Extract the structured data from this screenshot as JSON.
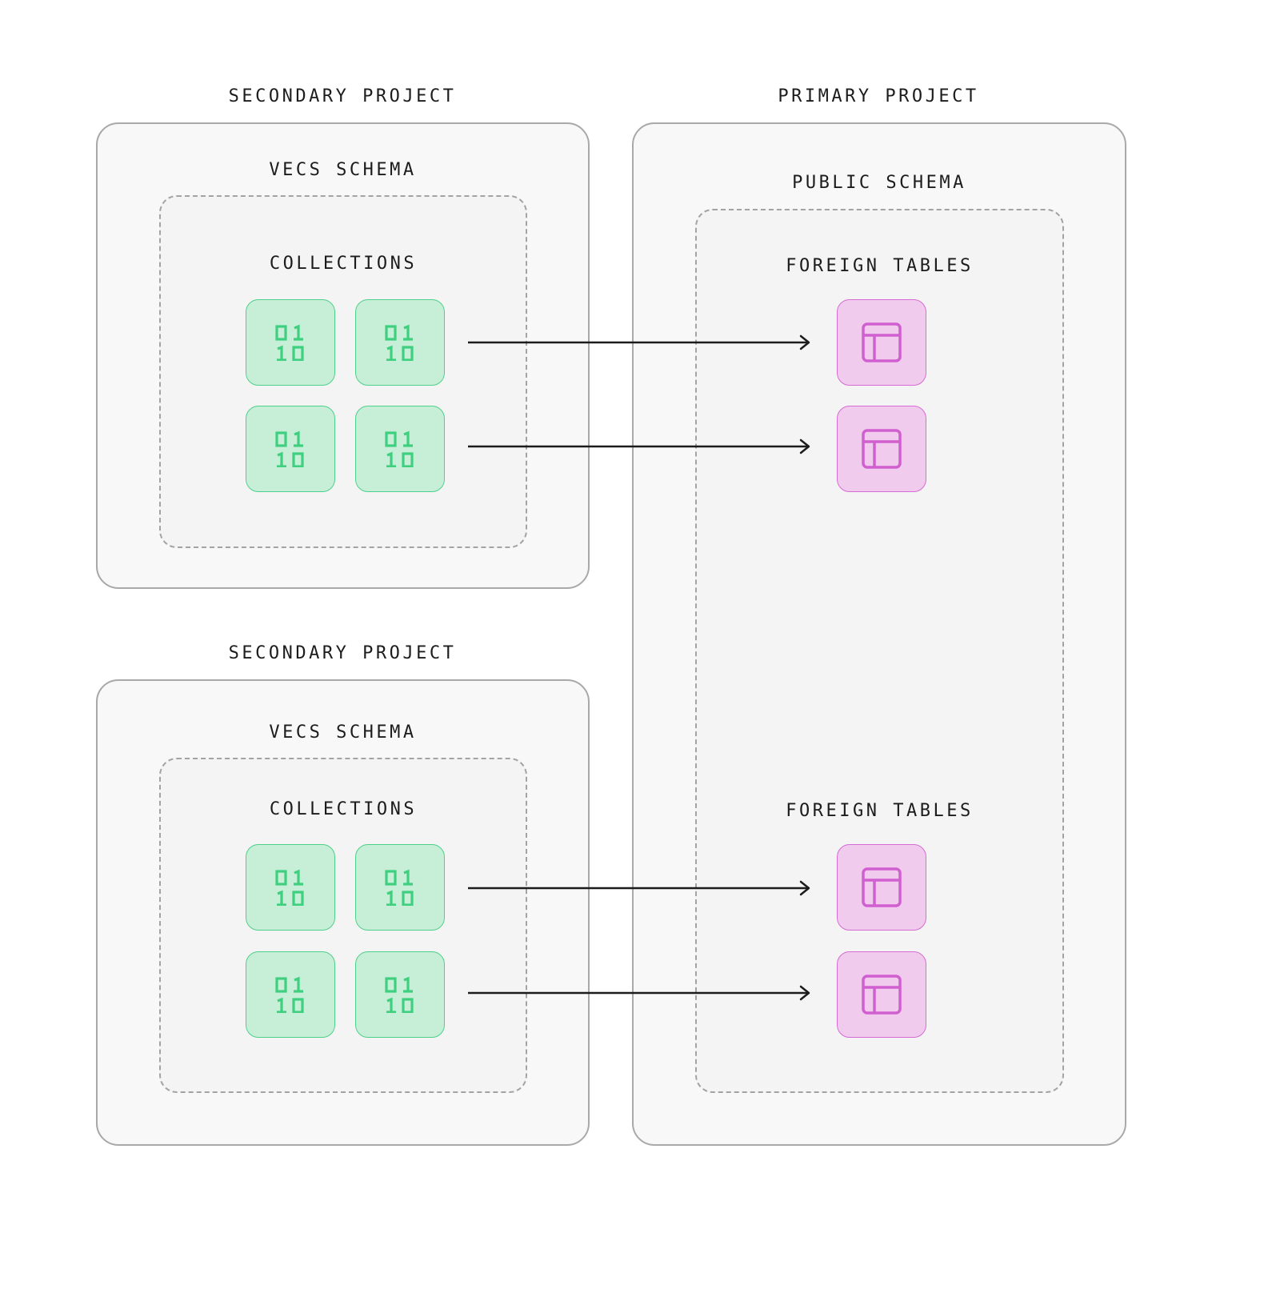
{
  "secondary_project_1": {
    "title": "SECONDARY PROJECT",
    "schema_title": "VECS SCHEMA",
    "group_title": "COLLECTIONS",
    "collections": [
      {
        "icon": "binary-icon",
        "glyph": [
          "01",
          "10"
        ]
      },
      {
        "icon": "binary-icon",
        "glyph": [
          "01",
          "10"
        ]
      },
      {
        "icon": "binary-icon",
        "glyph": [
          "01",
          "10"
        ]
      },
      {
        "icon": "binary-icon",
        "glyph": [
          "01",
          "10"
        ]
      }
    ]
  },
  "secondary_project_2": {
    "title": "SECONDARY PROJECT",
    "schema_title": "VECS SCHEMA",
    "group_title": "COLLECTIONS",
    "collections": [
      {
        "icon": "binary-icon",
        "glyph": [
          "01",
          "10"
        ]
      },
      {
        "icon": "binary-icon",
        "glyph": [
          "01",
          "10"
        ]
      },
      {
        "icon": "binary-icon",
        "glyph": [
          "01",
          "10"
        ]
      },
      {
        "icon": "binary-icon",
        "glyph": [
          "01",
          "10"
        ]
      }
    ]
  },
  "primary_project": {
    "title": "PRIMARY PROJECT",
    "schema_title": "PUBLIC SCHEMA",
    "foreign_groups": [
      {
        "title": "FOREIGN TABLES",
        "tables": [
          {
            "icon": "table-icon"
          },
          {
            "icon": "table-icon"
          }
        ]
      },
      {
        "title": "FOREIGN TABLES",
        "tables": [
          {
            "icon": "table-icon"
          },
          {
            "icon": "table-icon"
          }
        ]
      }
    ]
  },
  "colors": {
    "collection_fill": "#c7efd7",
    "collection_accent": "#3ecf7f",
    "foreign_fill": "#f1cbed",
    "foreign_accent": "#d05fcf",
    "arrow": "#1c1c1c"
  }
}
